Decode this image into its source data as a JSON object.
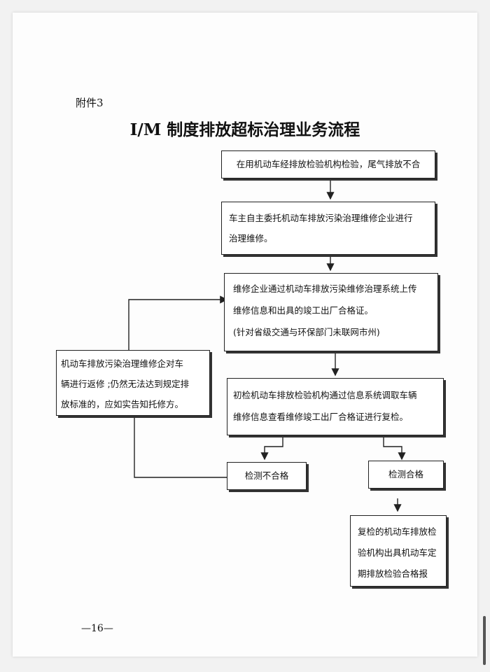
{
  "document": {
    "attachment_label": "附件3",
    "title": "I/M 制度排放超标治理业务流程",
    "page_number": "—16—"
  },
  "flow": {
    "step1": "在用机动车经排放检验机构检验，尾气排放不合",
    "step2": [
      "车主自主委托机动车排放污染治理维修企业进行",
      "治理维修。"
    ],
    "step3": [
      "维修企业通过机动车排放污染维修治理系统上传",
      "维修信息和出具的竣工出厂合格证。",
      "(针对省级交通与环保部门未联网市州)"
    ],
    "step4": [
      "初检机动车排放检验机构通过信息系统调取车辆",
      "维修信息查看维修竣工出厂合格证进行复检。"
    ],
    "fail_box": "检测不合格",
    "pass_box": "检测合格",
    "repair_box": [
      "机动车排放污染治理维修企对车",
      "辆进行返修 ;仍然无法达到规定排",
      "放标准的，应如实告知托修方。"
    ],
    "final_box": [
      "复检的机动车排放检",
      "验机构出具机动车定",
      "期排放检验合格报"
    ]
  }
}
